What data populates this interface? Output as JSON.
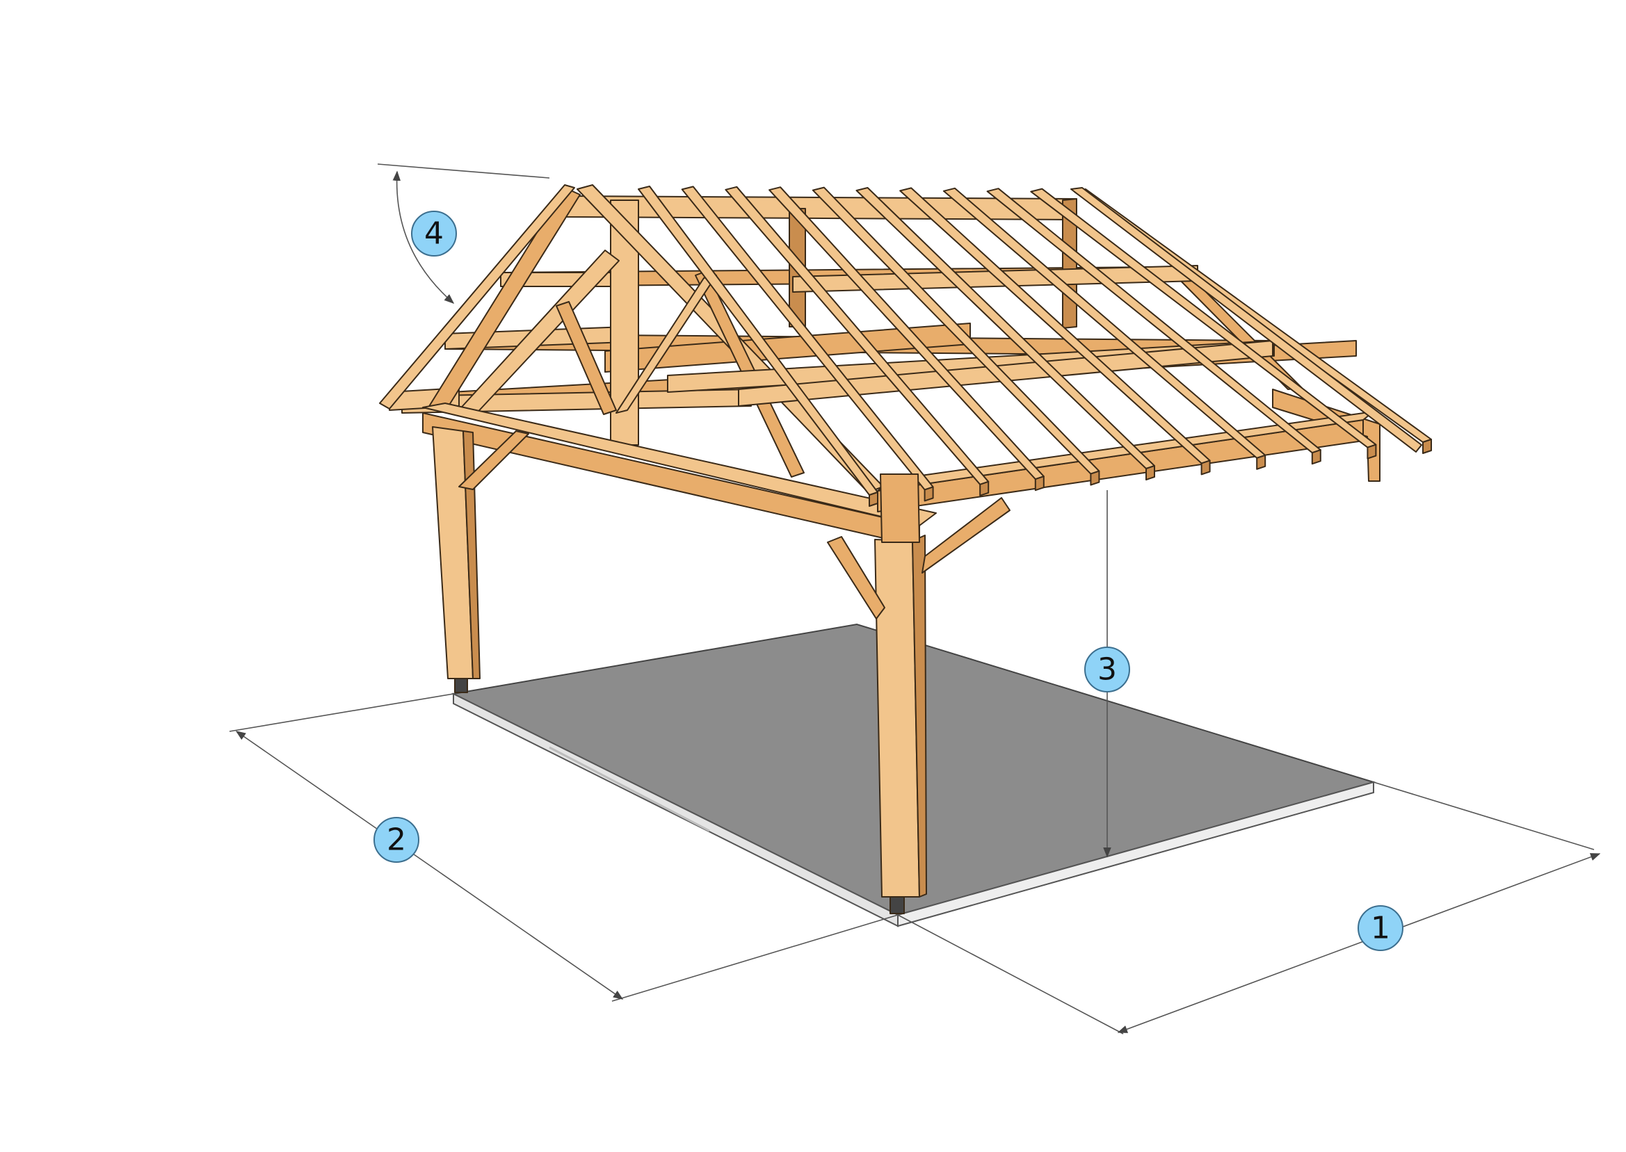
{
  "markers": [
    {
      "id": "1",
      "label": "1"
    },
    {
      "id": "2",
      "label": "2"
    },
    {
      "id": "3",
      "label": "3"
    },
    {
      "id": "4",
      "label": "4"
    }
  ],
  "colors": {
    "background": "#ffffff",
    "slab_top": "#8c8c8c",
    "slab_edge": "#e4e4e4",
    "wood_light": "#f2c58c",
    "wood_mid": "#e8ad6b",
    "wood_dark": "#c98d4e",
    "outline": "#3a2a18",
    "dimension_line": "#555555",
    "marker_fill": "#8fd3f7",
    "marker_stroke": "#3c6f8f"
  }
}
